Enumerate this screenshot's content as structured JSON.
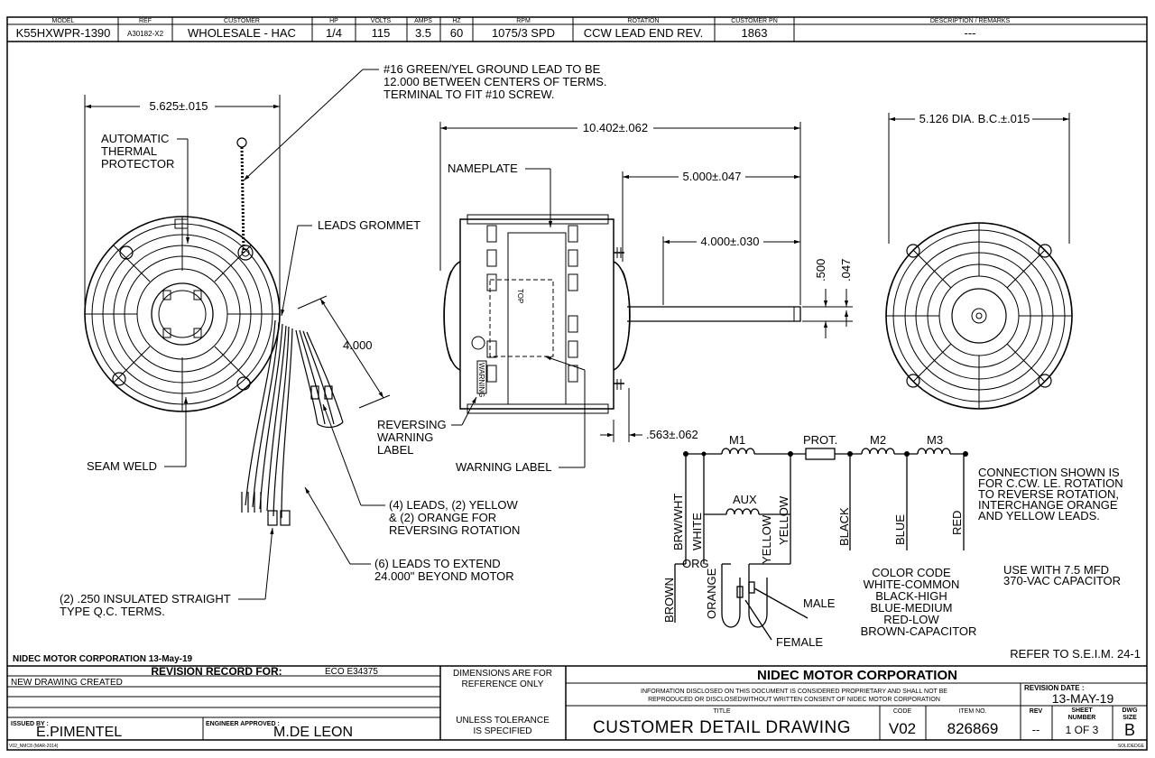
{
  "header": {
    "cols": [
      "MODEL",
      "REF",
      "CUSTOMER",
      "HP",
      "VOLTS",
      "AMPS",
      "HZ",
      "RPM",
      "ROTATION",
      "CUSTOMER PN",
      "DESCRIPTION / REMARKS"
    ],
    "vals": [
      "K55HXWPR-1390",
      "A30182-X2",
      "WHOLESALE - HAC",
      "1/4",
      "115",
      "3.5",
      "60",
      "1075/3 SPD",
      "CCW LEAD END REV.",
      "1863",
      "---"
    ]
  },
  "notes": {
    "ground_lead": [
      "#16 GREEN/YEL GROUND LEAD TO BE",
      "12.000 BETWEEN CENTERS OF TERMS.",
      "TERMINAL TO FIT #10 SCREW."
    ],
    "protector": [
      "AUTOMATIC",
      "THERMAL",
      "PROTECTOR"
    ],
    "grommet": "LEADS GROMMET",
    "seam_weld": "SEAM WELD",
    "nameplate": "NAMEPLATE",
    "reversing": [
      "REVERSING",
      "WARNING",
      "LABEL"
    ],
    "warning_label": "WARNING LABEL",
    "four_leads": [
      "(4) LEADS, (2) YELLOW",
      "& (2) ORANGE FOR",
      "REVERSING ROTATION"
    ],
    "six_leads": [
      "(6) LEADS TO EXTEND",
      "24.000\" BEYOND MOTOR"
    ],
    "qc_terms": [
      "(2) .250 INSULATED STRAIGHT",
      "TYPE Q.C. TERMS."
    ],
    "connection": [
      "CONNECTION SHOWN IS",
      "FOR C.CW. LE. ROTATION",
      "TO REVERSE ROTATION,",
      "INTERCHANGE ORANGE",
      "AND YELLOW LEADS."
    ],
    "capacitor": [
      "USE WITH 7.5 MFD",
      "370-VAC CAPACITOR"
    ],
    "color_code": [
      "COLOR CODE",
      "WHITE-COMMON",
      "BLACK-HIGH",
      "BLUE-MEDIUM",
      "RED-LOW",
      "BROWN-CAPACITOR"
    ],
    "refer": "REFER TO S.E.I.M. 24-1",
    "nidec_date": "NIDEC MOTOR CORPORATION 13-May-19"
  },
  "dims": {
    "d1": "5.625±.015",
    "d2": "10.402±.062",
    "d3": "5.000±.047",
    "d4": "4.000±.030",
    "d5": ".500",
    "d6": ".047",
    "d7": ".563±.062",
    "d8": "5.126 DIA. B.C.±.015",
    "d9": "4.000"
  },
  "wiring": {
    "m1": "M1",
    "prot": "PROT.",
    "m2": "M2",
    "m3": "M3",
    "aux": "AUX",
    "brw_wht": "BRW/WHT",
    "white": "WHITE",
    "yellow1": "YELLOW",
    "black": "BLACK",
    "blue": "BLUE",
    "red": "RED",
    "org": "ORG",
    "brown": "BROWN",
    "orange": "ORANGE",
    "yellow2": "YELLOW",
    "male": "MALE",
    "female": "FEMALE"
  },
  "nameplate_text": {
    "t1": "TOP",
    "t2": "WARNING"
  },
  "title_block": {
    "revision_record": "REVISION RECORD FOR:",
    "eco": "ECO E34375",
    "new_drawing": "NEW DRAWING CREATED",
    "dims_ref": [
      "DIMENSIONS ARE FOR",
      "REFERENCE ONLY"
    ],
    "tolerance": [
      "UNLESS TOLERANCE",
      "IS SPECIFIED"
    ],
    "company": "NIDEC MOTOR CORPORATION",
    "disclaimer": [
      "INFORMATION DISCLOSED ON THIS DOCUMENT IS CONSIDERED PROPRIETARY AND SHALL NOT BE",
      "REPRODUCED OR DISCLOSEDWITHOUT WRITTEN CONSENT OF NIDEC MOTOR CORPORATION"
    ],
    "revision_date_label": "REVISION DATE :",
    "revision_date": "13-MAY-19",
    "title_label": "TITLE",
    "title": "CUSTOMER  DETAIL  DRAWING",
    "code_label": "CODE",
    "code": "V02",
    "item_label": "ITEM NO.",
    "item": "826869",
    "rev_label": "REV",
    "rev": "--",
    "sheet_label": [
      "SHEET",
      "NUMBER"
    ],
    "sheet": "1  OF  3",
    "dwg_label": [
      "DWG",
      "SIZE"
    ],
    "dwg": "B",
    "issued_label": "ISSUED BY :",
    "issued": "E.PIMENTEL",
    "approved_label": "ENGINEER APPROVED :",
    "approved": "M.DE LEON",
    "footer_left": "V02_NMC8 (MAR-2014)",
    "footer_right": "SOLIDEDGE"
  }
}
